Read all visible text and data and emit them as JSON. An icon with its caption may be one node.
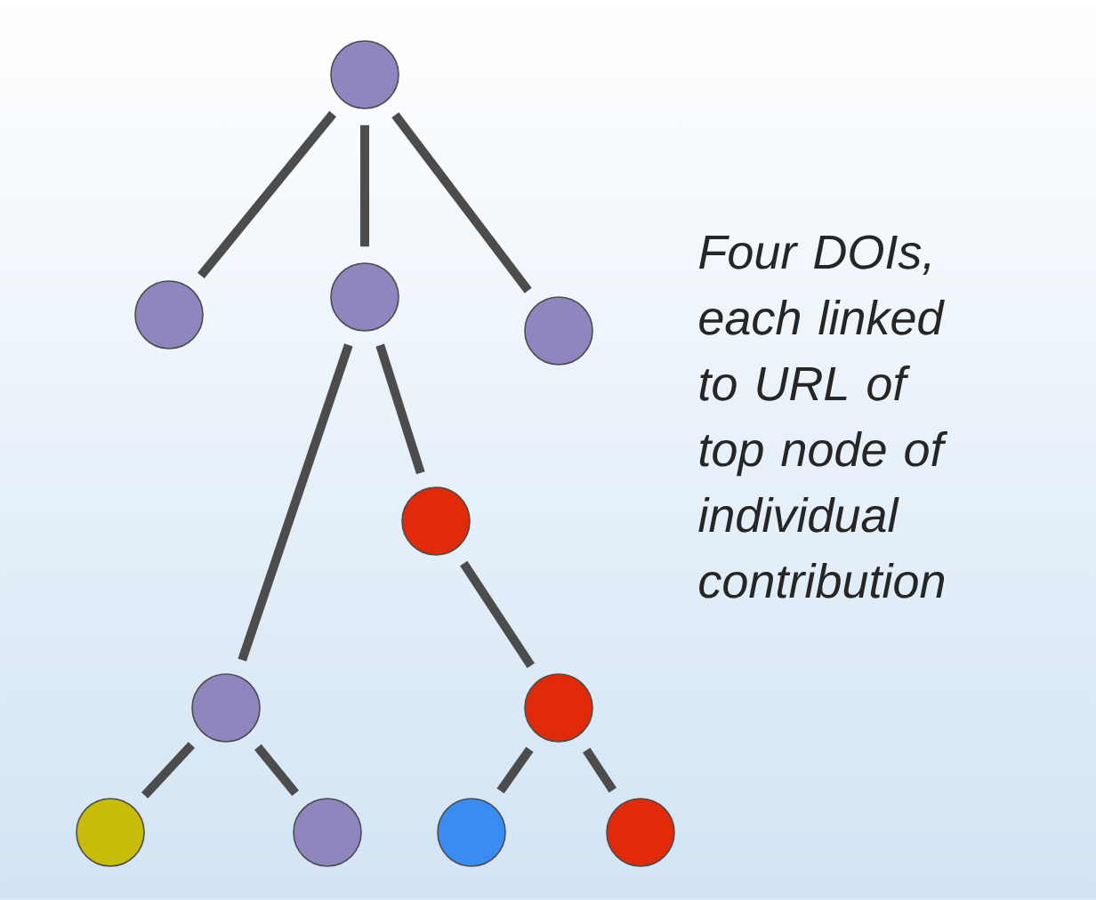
{
  "diagram": {
    "nodes": [
      {
        "text": [],
        "shape": "circle"
      },
      {
        "text": [],
        "shape": "circle"
      },
      {
        "text": [],
        "shape": "circle"
      },
      {
        "text": [],
        "shape": "circle"
      },
      {
        "text": [],
        "shape": "circle"
      },
      {
        "text": [],
        "shape": "circle"
      },
      {
        "text": [],
        "shape": "circle"
      },
      {
        "text": [],
        "shape": "circle"
      },
      {
        "text": [],
        "shape": "circle"
      },
      {
        "text": [],
        "shape": "circle"
      },
      {
        "text": [],
        "shape": "circle"
      }
    ],
    "edges": [
      {
        "from": 0,
        "to": 1,
        "arrow": "none"
      },
      {
        "from": 0,
        "to": 2,
        "arrow": "none"
      },
      {
        "from": 0,
        "to": 3,
        "arrow": "none"
      },
      {
        "from": 2,
        "to": 5,
        "arrow": "none"
      },
      {
        "from": 2,
        "to": 4,
        "arrow": "none"
      },
      {
        "from": 4,
        "to": 6,
        "arrow": "none"
      },
      {
        "from": 5,
        "to": 7,
        "arrow": "none"
      },
      {
        "from": 5,
        "to": 8,
        "arrow": "none"
      },
      {
        "from": 6,
        "to": 9,
        "arrow": "none"
      },
      {
        "from": 6,
        "to": 10,
        "arrow": "none"
      }
    ],
    "labels": [
      "Four DOIs, each linked to URL of top node of individual contribution"
    ]
  }
}
